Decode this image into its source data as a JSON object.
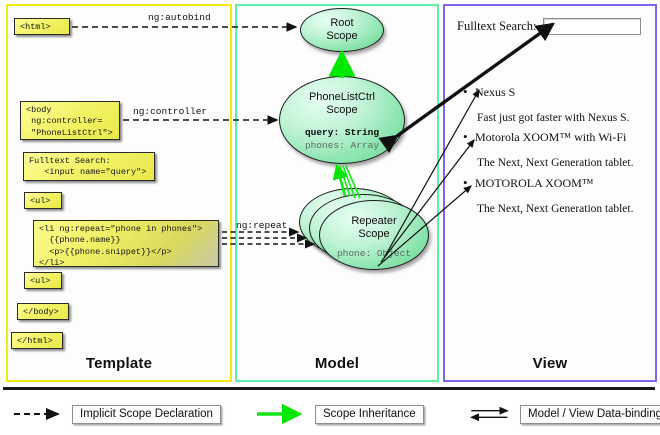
{
  "columns": {
    "template": {
      "label": "Template",
      "border_color": "#f2ea12"
    },
    "model": {
      "label": "Model",
      "border_color": "#5ef0a8"
    },
    "view": {
      "label": "View",
      "border_color": "#7b68ee"
    }
  },
  "template": {
    "boxes": [
      {
        "id": "html-open",
        "text": "<html>"
      },
      {
        "id": "body-open",
        "text": "<body\n ng:controller=\n \"PhoneListCtrl\">"
      },
      {
        "id": "search",
        "text": "Fulltext Search:\n   <input name=\"query\">"
      },
      {
        "id": "ul-open",
        "text": "<ul>"
      },
      {
        "id": "li-repeat",
        "text": "<li ng:repeat=\"phone in phones\">\n  {{phone.name}}\n  <p>{{phone.snippet}}</p>\n</li>"
      },
      {
        "id": "ul-close",
        "text": "<ul>"
      },
      {
        "id": "body-close",
        "text": "</body>"
      },
      {
        "id": "html-close",
        "text": "</html>"
      }
    ]
  },
  "connectors": {
    "autobind": "ng:autobind",
    "controller": "ng:controller",
    "repeat": "ng:repeat"
  },
  "model": {
    "scopes": [
      {
        "id": "root",
        "title": "Root\nScope",
        "title_lines": [
          "Root",
          "Scope"
        ],
        "props": []
      },
      {
        "id": "ctrl",
        "title": "PhoneListCtrl\nScope",
        "title_lines": [
          "PhoneListCtrl",
          "Scope"
        ],
        "props": [
          {
            "text": "query: String",
            "emphasis": "strong"
          },
          {
            "text": "phones: Array",
            "emphasis": "dim"
          }
        ]
      },
      {
        "id": "repeater",
        "title": "Repeater\nScope",
        "title_lines": [
          "Repeater",
          "Scope"
        ],
        "props": [
          {
            "text": "phone: Object",
            "emphasis": "dim"
          }
        ],
        "stacked": 3
      }
    ]
  },
  "view": {
    "search_label": "Fulltext Search:",
    "search_value": "",
    "search_placeholder": "",
    "phones": [
      {
        "name": "Nexus S",
        "snippet": "Fast just got faster with Nexus S."
      },
      {
        "name": "Motorola XOOM™  with Wi-Fi",
        "snippet": "The Next, Next Generation tablet."
      },
      {
        "name": "MOTOROLA XOOM™",
        "snippet": "The Next, Next Generation tablet."
      }
    ]
  },
  "legend": {
    "items": [
      {
        "id": "implicit-scope-declaration",
        "label": "Implicit Scope Declaration",
        "glyph": "dashed-arrow",
        "color": "#111111"
      },
      {
        "id": "scope-inheritance",
        "label": "Scope Inheritance",
        "glyph": "green-solid-arrow",
        "color": "#00e000"
      },
      {
        "id": "model-view-data-binding",
        "label": "Model / View Data-binding",
        "glyph": "double-arrow",
        "color": "#111111"
      }
    ]
  }
}
